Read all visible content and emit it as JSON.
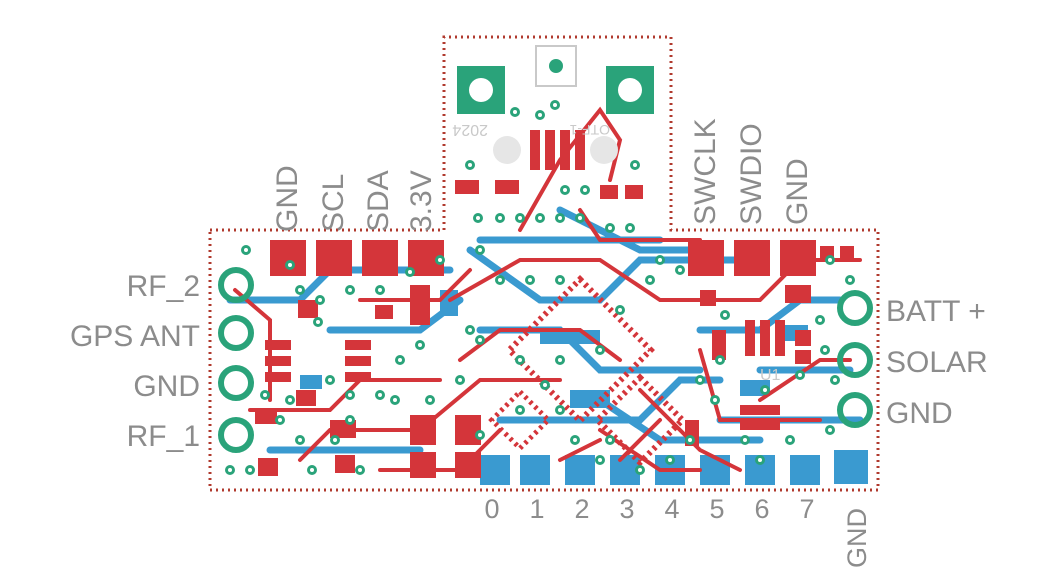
{
  "colors": {
    "copper_top": "#d4353a",
    "copper_bottom": "#3a9ad0",
    "via": "#2aa37a",
    "outline": "#b03a2e",
    "silk": "#c9c9c9",
    "label": "#8c8c8c"
  },
  "top_labels": [
    "GND",
    "SCL",
    "SDA",
    "3.3V",
    "SWCLK",
    "SWDIO",
    "GND"
  ],
  "left_labels": [
    "RF_2",
    "GPS ANT",
    "GND",
    "RF_1"
  ],
  "right_labels": [
    "BATT +",
    "SOLAR",
    "GND"
  ],
  "bottom_labels": [
    "0",
    "1",
    "2",
    "3",
    "4",
    "5",
    "6",
    "7",
    "GND"
  ],
  "silk_text": {
    "year": "2024",
    "board_id": "OTF-1",
    "chip_label": "U1"
  }
}
